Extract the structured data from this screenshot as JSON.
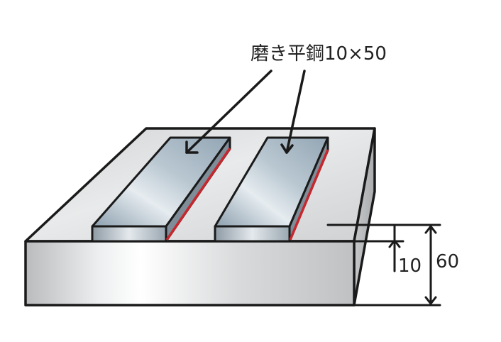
{
  "callout": {
    "text": "磨き平鋼10×50"
  },
  "dimensions": {
    "bar_height": "10",
    "total_height": "60"
  },
  "colors": {
    "edge_highlight": "#c8272d",
    "outline": "#1a1a1a"
  }
}
